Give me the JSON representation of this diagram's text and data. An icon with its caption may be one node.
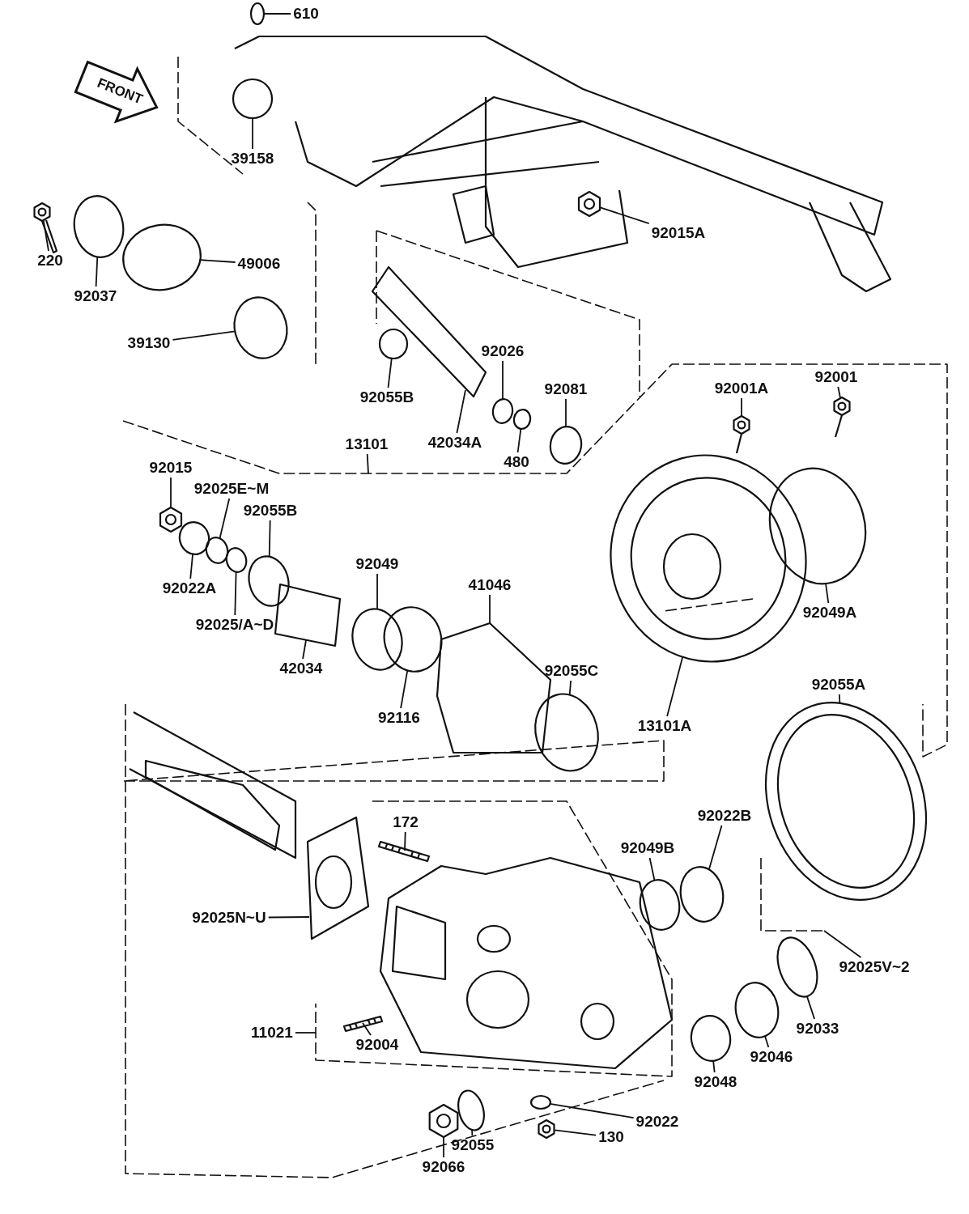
{
  "diagram": {
    "nodes": [
      {
        "text": [
          "610"
        ]
      },
      {
        "text": [
          "39158"
        ]
      },
      {
        "text": [
          "92015A"
        ]
      },
      {
        "text": [
          "220"
        ]
      },
      {
        "text": [
          "92037"
        ]
      },
      {
        "text": [
          "49006"
        ]
      },
      {
        "text": [
          "39130"
        ]
      },
      {
        "text": [
          "92055B"
        ]
      },
      {
        "text": [
          "92026"
        ]
      },
      {
        "text": [
          "42034A"
        ]
      },
      {
        "text": [
          "92081"
        ]
      },
      {
        "text": [
          "480"
        ]
      },
      {
        "text": [
          "13101"
        ]
      },
      {
        "text": [
          "92001A"
        ]
      },
      {
        "text": [
          "92001"
        ]
      },
      {
        "text": [
          "92015"
        ]
      },
      {
        "text": [
          "92025E~M"
        ]
      },
      {
        "text": [
          "92055B"
        ]
      },
      {
        "text": [
          "92049"
        ]
      },
      {
        "text": [
          "41046"
        ]
      },
      {
        "text": [
          "92022A"
        ]
      },
      {
        "text": [
          "92025/A~D"
        ]
      },
      {
        "text": [
          "42034"
        ]
      },
      {
        "text": [
          "92055C"
        ]
      },
      {
        "text": [
          "92116"
        ]
      },
      {
        "text": [
          "13101A"
        ]
      },
      {
        "text": [
          "92049A"
        ]
      },
      {
        "text": [
          "92055A"
        ]
      },
      {
        "text": [
          "172"
        ]
      },
      {
        "text": [
          "92022B"
        ]
      },
      {
        "text": [
          "92049B"
        ]
      },
      {
        "text": [
          "92025N~U"
        ]
      },
      {
        "text": [
          "92025V~2"
        ]
      },
      {
        "text": [
          "11021"
        ]
      },
      {
        "text": [
          "92004"
        ]
      },
      {
        "text": [
          "92033"
        ]
      },
      {
        "text": [
          "92046"
        ]
      },
      {
        "text": [
          "92048"
        ]
      },
      {
        "text": [
          "92022"
        ]
      },
      {
        "text": [
          "130"
        ]
      },
      {
        "text": [
          "92055"
        ]
      },
      {
        "text": [
          "92066"
        ]
      },
      {
        "text": [],
        "shape": "circle"
      },
      {
        "text": [],
        "shape": "circle"
      },
      {
        "text": [],
        "shape": "picture"
      },
      {
        "text": [],
        "shape": "picture"
      },
      {
        "text": [],
        "shape": "circle"
      },
      {
        "text": [],
        "shape": "circle"
      },
      {
        "text": [],
        "shape": "circle"
      },
      {
        "text": [],
        "shape": "circle"
      },
      {
        "text": [],
        "shape": "circle"
      },
      {
        "text": [],
        "shape": "picture"
      },
      {
        "text": [],
        "shape": "circle"
      },
      {
        "text": [],
        "shape": "circle"
      },
      {
        "text": [],
        "shape": "picture"
      },
      {
        "text": [],
        "shape": "picture"
      },
      {
        "text": [],
        "shape": "picture"
      },
      {
        "text": [],
        "shape": "circle"
      },
      {
        "text": [],
        "shape": "circle"
      },
      {
        "text": [],
        "shape": "circle"
      },
      {
        "text": [],
        "shape": "picture"
      },
      {
        "text": [],
        "shape": "circle"
      },
      {
        "text": [],
        "shape": "circle"
      },
      {
        "text": [],
        "shape": "picture"
      },
      {
        "text": [],
        "shape": "circle"
      },
      {
        "text": [],
        "shape": "circle"
      },
      {
        "text": [],
        "shape": "circle"
      },
      {
        "text": [],
        "shape": "circle"
      },
      {
        "text": [],
        "shape": "circle"
      },
      {
        "text": [],
        "shape": "picture"
      },
      {
        "text": [],
        "shape": "circle"
      },
      {
        "text": [],
        "shape": "circle"
      },
      {
        "text": [],
        "shape": "picture"
      },
      {
        "text": [],
        "shape": "picture"
      },
      {
        "text": [],
        "shape": "circle"
      },
      {
        "text": [],
        "shape": "circle"
      },
      {
        "text": [],
        "shape": "circle"
      },
      {
        "text": [],
        "shape": "circle"
      },
      {
        "text": [],
        "shape": "picture"
      },
      {
        "text": [],
        "shape": "circle"
      },
      {
        "text": [],
        "shape": "picture"
      }
    ],
    "edges": [
      {
        "from": 0,
        "to": 42,
        "arrow": "none"
      },
      {
        "from": 1,
        "to": 43,
        "arrow": "none"
      },
      {
        "from": 2,
        "to": 44,
        "arrow": "none"
      },
      {
        "from": 3,
        "to": 45,
        "arrow": "none"
      },
      {
        "from": 4,
        "to": 46,
        "arrow": "none"
      },
      {
        "from": 5,
        "to": 47,
        "arrow": "none"
      },
      {
        "from": 6,
        "to": 48,
        "arrow": "none"
      },
      {
        "from": 7,
        "to": 49,
        "arrow": "none"
      },
      {
        "from": 8,
        "to": 50,
        "arrow": "none"
      },
      {
        "from": 9,
        "to": 51,
        "arrow": "none"
      },
      {
        "from": 10,
        "to": 52,
        "arrow": "none"
      },
      {
        "from": 11,
        "to": 53,
        "arrow": "none"
      },
      {
        "from": 12,
        "to": null,
        "arrow": "none"
      },
      {
        "from": 13,
        "to": 54,
        "arrow": "none"
      },
      {
        "from": 14,
        "to": 55,
        "arrow": "none"
      },
      {
        "from": 15,
        "to": 56,
        "arrow": "none"
      },
      {
        "from": 16,
        "to": 57,
        "arrow": "none"
      },
      {
        "from": 17,
        "to": 58,
        "arrow": "none"
      },
      {
        "from": 18,
        "to": 59,
        "arrow": "none"
      },
      {
        "from": 19,
        "to": 60,
        "arrow": "none"
      },
      {
        "from": 20,
        "to": 61,
        "arrow": "none"
      },
      {
        "from": 21,
        "to": 62,
        "arrow": "none"
      },
      {
        "from": 22,
        "to": 63,
        "arrow": "none"
      },
      {
        "from": 23,
        "to": 64,
        "arrow": "none"
      },
      {
        "from": 24,
        "to": 65,
        "arrow": "none"
      },
      {
        "from": 25,
        "to": 66,
        "arrow": "none"
      },
      {
        "from": 26,
        "to": 67,
        "arrow": "none"
      },
      {
        "from": 27,
        "to": 68,
        "arrow": "none"
      },
      {
        "from": 28,
        "to": 69,
        "arrow": "none"
      },
      {
        "from": 29,
        "to": 70,
        "arrow": "none"
      },
      {
        "from": 30,
        "to": 71,
        "arrow": "none"
      },
      {
        "from": 31,
        "to": 72,
        "arrow": "none"
      },
      {
        "from": 32,
        "to": null,
        "arrow": "none"
      },
      {
        "from": 33,
        "to": null,
        "arrow": "none"
      },
      {
        "from": 34,
        "to": 73,
        "arrow": "none"
      },
      {
        "from": 35,
        "to": 74,
        "arrow": "none"
      },
      {
        "from": 36,
        "to": 75,
        "arrow": "none"
      },
      {
        "from": 37,
        "to": 76,
        "arrow": "none"
      },
      {
        "from": 38,
        "to": 77,
        "arrow": "none"
      },
      {
        "from": 39,
        "to": 78,
        "arrow": "none"
      },
      {
        "from": 40,
        "to": 79,
        "arrow": "none"
      },
      {
        "from": 41,
        "to": 80,
        "arrow": "none"
      }
    ],
    "labels": [
      "FRONT"
    ]
  }
}
